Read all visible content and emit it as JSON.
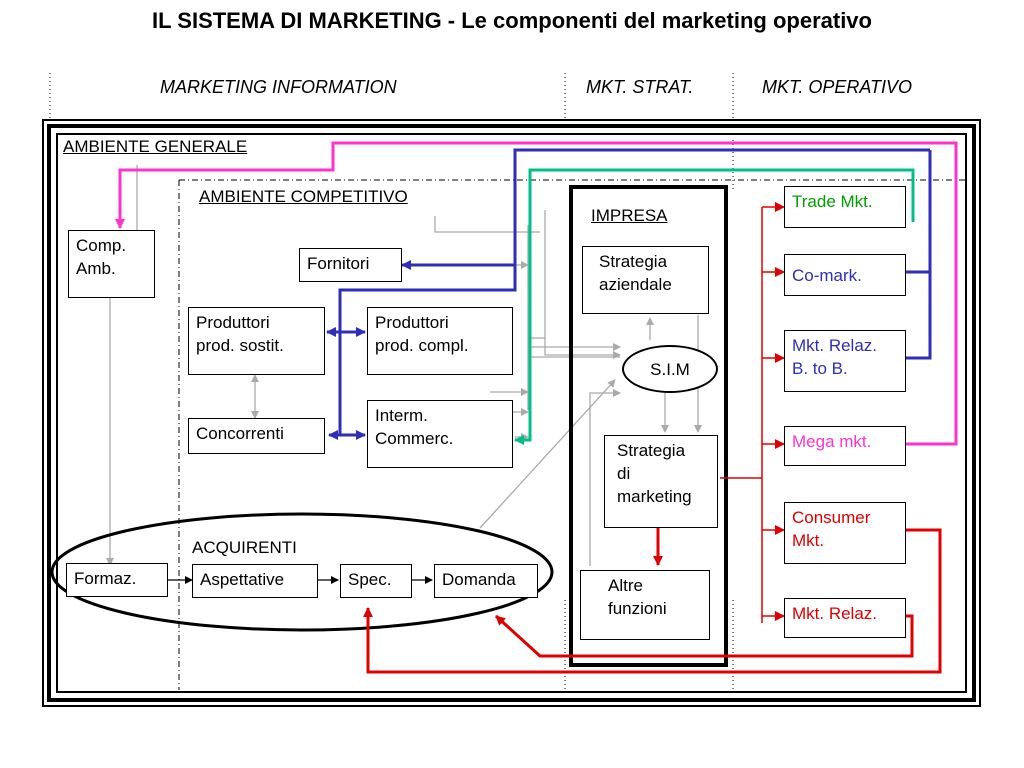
{
  "title": "IL SISTEMA DI MARKETING - Le componenti del marketing operativo",
  "columns": {
    "marketing_information": "MARKETING INFORMATION",
    "mkt_strat": "MKT. STRAT.",
    "mkt_operativo": "MKT. OPERATIVO"
  },
  "areas": {
    "ambiente_generale": "AMBIENTE GENERALE",
    "ambiente_competitivo": "AMBIENTE COMPETITIVO",
    "impresa": "IMPRESA",
    "acquirenti": "ACQUIRENTI"
  },
  "nodes": {
    "comp_amb": "Comp.\nAmb.",
    "fornitori": "Fornitori",
    "produttori_sostit": "Produttori\nprod. sostit.",
    "produttori_compl": "Produttori\nprod. compl.",
    "concorrenti": "Concorrenti",
    "interm_commerc": "Interm.\nCommerc.",
    "formaz": "Formaz.",
    "aspettative": "Aspettative",
    "spec": "Spec.",
    "domanda": "Domanda",
    "strategia_aziendale": "Strategia\naziendale",
    "sim": "S.I.M",
    "strategia_marketing": "Strategia\ndi\nmarketing",
    "altre_funzioni": "Altre\nfunzioni"
  },
  "operativo": {
    "trade_mkt": "Trade Mkt.",
    "co_mark": "Co-mark.",
    "mkt_relaz_b2b": "Mkt. Relaz.\nB. to B.",
    "mega_mkt": "Mega mkt.",
    "consumer_mkt": "Consumer\nMkt.",
    "mkt_relaz": "Mkt. Relaz."
  },
  "colors": {
    "green": "#00a000",
    "blue": "#2e2eb8",
    "magenta": "#ff33cc",
    "red": "#e00000",
    "teal": "#00c08a",
    "gray": "#aaaaaa"
  }
}
